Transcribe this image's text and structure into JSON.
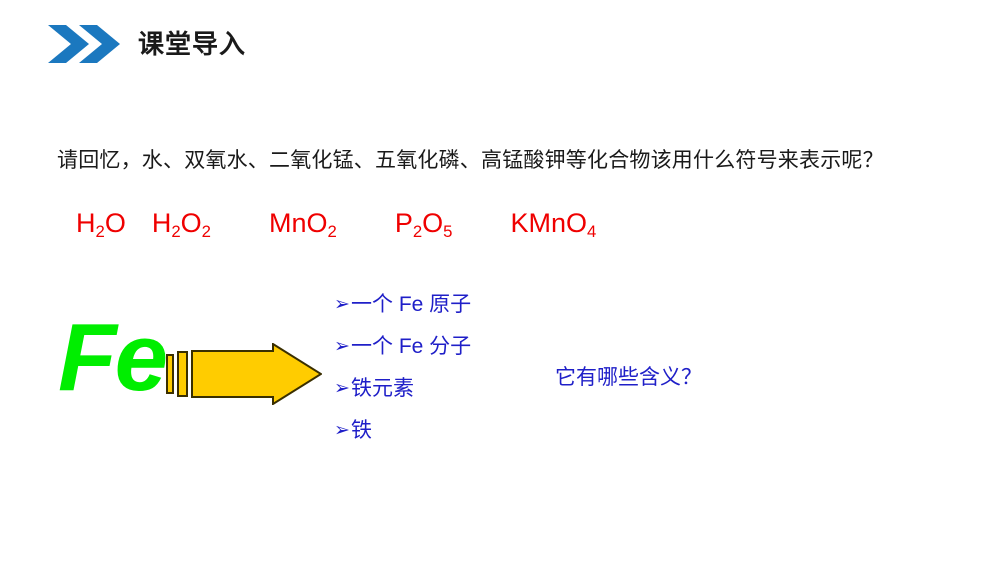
{
  "slide": {
    "title": "课堂导入",
    "chevron_icon_name": "double-chevron-right-icon",
    "accent_blue": "#1b78bf",
    "text_blue": "#1f1fc8",
    "formula_red": "#ef0000",
    "symbol_green": "#00ee00",
    "arrow_yellow": "#ffcc00",
    "arrow_outline": "#3a2f00",
    "background": "#ffffff"
  },
  "question": {
    "text": "请回忆，水、双氧水、二氧化锰、五氧化磷、高锰酸钾等化合物该用什么符号来表示呢？"
  },
  "formulas": [
    {
      "base1": "H",
      "sub1": "2",
      "base2": "O",
      "sub2": "",
      "plain": "H2O"
    },
    {
      "base1": "H",
      "sub1": "2",
      "base2": "O",
      "sub2": "2",
      "plain": "H2O2"
    },
    {
      "base1": "Mn",
      "sub1": "",
      "base2": "O",
      "sub2": "2",
      "plain": "MnO2"
    },
    {
      "base1": "P",
      "sub1": "2",
      "base2": "O",
      "sub2": "5",
      "plain": "P2O5"
    },
    {
      "base1": "KMn",
      "sub1": "",
      "base2": "O",
      "sub2": "4",
      "plain": "KMnO4"
    }
  ],
  "symbol": {
    "label": "Fe"
  },
  "arrow": {
    "icon_name": "thick-right-arrow-icon",
    "direction": "right"
  },
  "meanings": {
    "bullet_glyph": "➢",
    "items": [
      {
        "label": "一个 Fe 原子"
      },
      {
        "label": "一个 Fe 分子"
      },
      {
        "label": "铁元素"
      },
      {
        "label": "铁"
      }
    ]
  },
  "side_question": {
    "text": "它有哪些含义？"
  }
}
